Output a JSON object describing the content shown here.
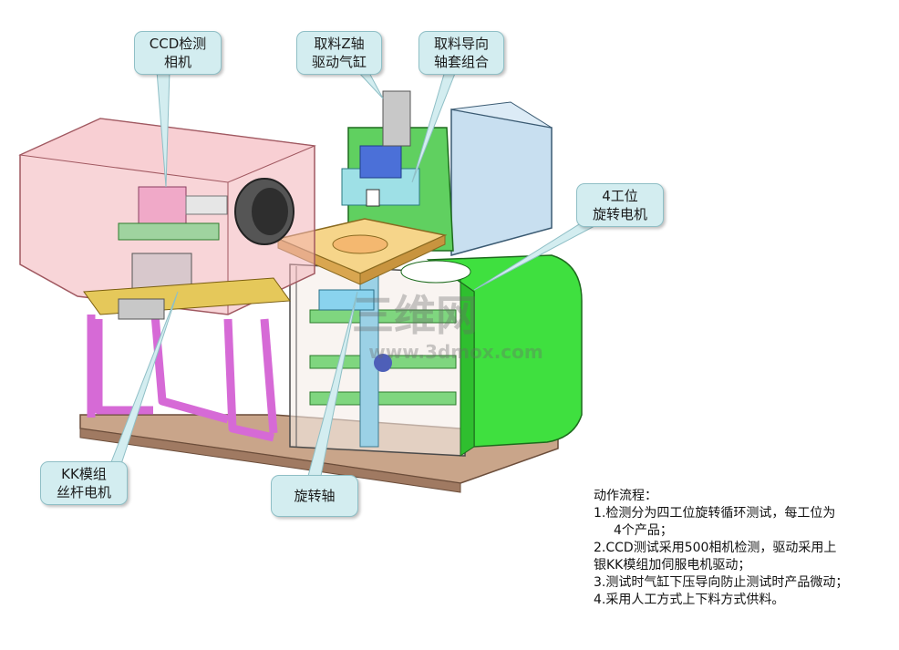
{
  "callouts": {
    "ccd_camera": [
      "CCD检测",
      "相机"
    ],
    "z_cylinder": [
      "取料Z轴",
      "驱动气缸"
    ],
    "guide_sleeve": [
      "取料导向",
      "轴套组合"
    ],
    "rotary_motor": [
      "4工位",
      "旋转电机"
    ],
    "kk_module": [
      "KK模组",
      "丝杆电机"
    ],
    "rotary_axis": [
      "旋转轴"
    ]
  },
  "watermark": {
    "cn": "三维网",
    "url": "www.3dmox.com"
  },
  "flow": {
    "title": "动作流程：",
    "lines": [
      "1.检测分为四工位旋转循环测试，每工位为",
      "4个产品；",
      "2.CCD测试采用500相机检测，驱动采用上",
      "银KK模组加伺服电机驱动；",
      "3.测试时气缸下压导向防止测试时产品微动；",
      "4.采用人工方式上下料方式供料。"
    ]
  },
  "colors": {
    "callout_fill": "#d3edf0",
    "enclosure_pink": "#f3b3b8",
    "panel_green": "#3fe03f",
    "frame_magenta": "#e07ae0"
  }
}
